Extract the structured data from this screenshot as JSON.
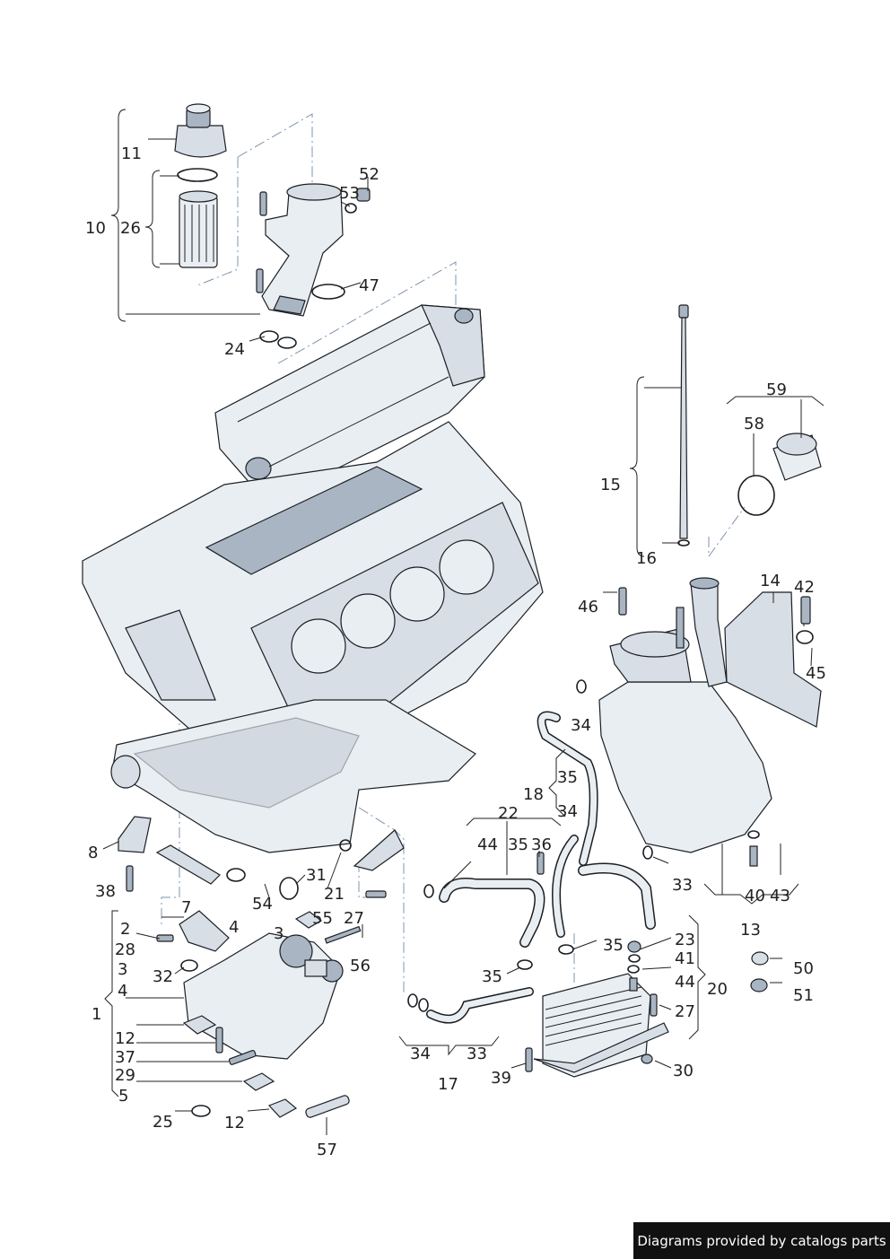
{
  "footer": "Diagrams provided by catalogs parts",
  "labels": {
    "l1": "1",
    "l2": "2",
    "l3": "3",
    "l3b": "3",
    "l4": "4",
    "l4b": "4",
    "l5": "5",
    "l7": "7",
    "l8": "8",
    "l10": "10",
    "l11": "11",
    "l12": "12",
    "l12b": "12",
    "l13": "13",
    "l14": "14",
    "l15": "15",
    "l16": "16",
    "l17": "17",
    "l18": "18",
    "l20": "20",
    "l21": "21",
    "l22": "22",
    "l23": "23",
    "l24": "24",
    "l25": "25",
    "l26": "26",
    "l27": "27",
    "l27b": "27",
    "l28": "28",
    "l29": "29",
    "l30": "30",
    "l31": "31",
    "l32": "32",
    "l33": "33",
    "l33b": "33",
    "l34": "34",
    "l34b": "34",
    "l34c": "34",
    "l35": "35",
    "l35b": "35",
    "l35c": "35",
    "l35d": "35",
    "l36": "36",
    "l37": "37",
    "l38": "38",
    "l39": "39",
    "l40": "40",
    "l41": "41",
    "l42": "42",
    "l43": "43",
    "l44": "44",
    "l44b": "44",
    "l45": "45",
    "l46": "46",
    "l47": "47",
    "l50": "50",
    "l51": "51",
    "l52": "52",
    "l53": "53",
    "l54": "54",
    "l55": "55",
    "l56": "56",
    "l57": "57",
    "l58": "58",
    "l59": "59"
  }
}
